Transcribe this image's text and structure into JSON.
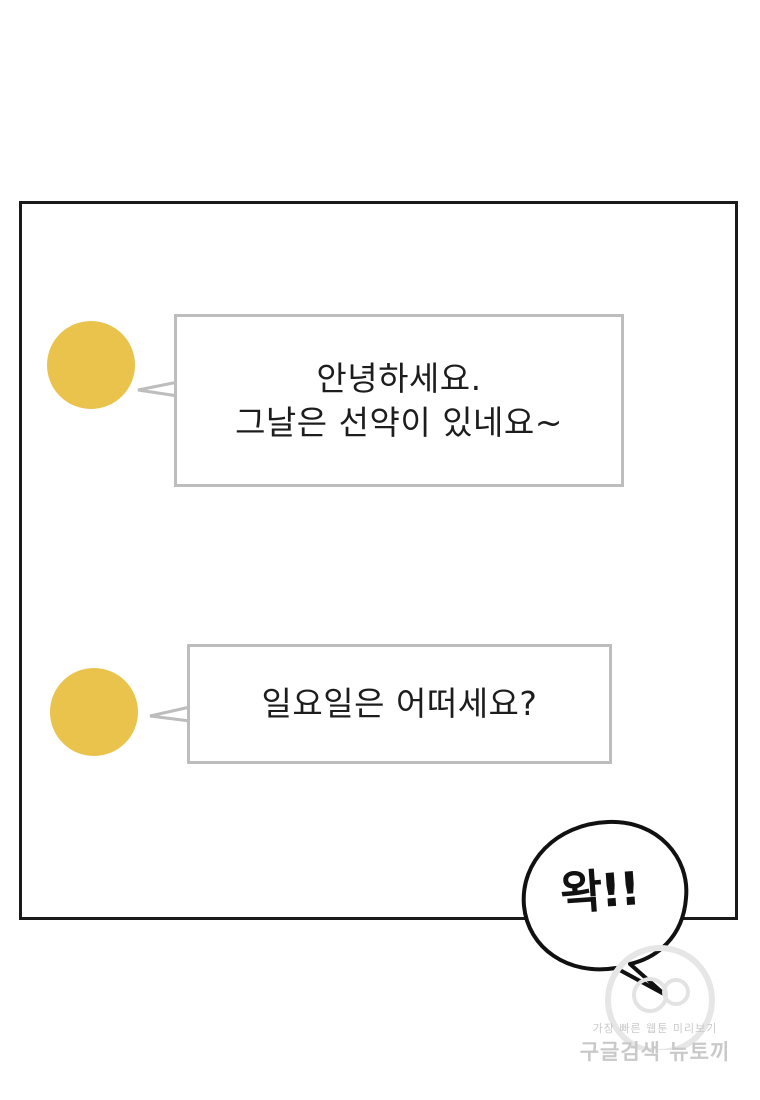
{
  "chat": {
    "message1": {
      "line1": "안녕하세요.",
      "line2": "그날은 선약이 있네요~"
    },
    "message2": {
      "text": "일요일은 어떠세요?"
    }
  },
  "shout": {
    "text": "왁!!"
  },
  "watermark": {
    "line1": "가장 빠른 웹툰 미리보기",
    "line2": "구글검색 뉴토끼"
  },
  "colors": {
    "avatar": "#e9c34c",
    "bubble_border": "#bdbdbd",
    "panel_border": "#1a1a1a"
  }
}
